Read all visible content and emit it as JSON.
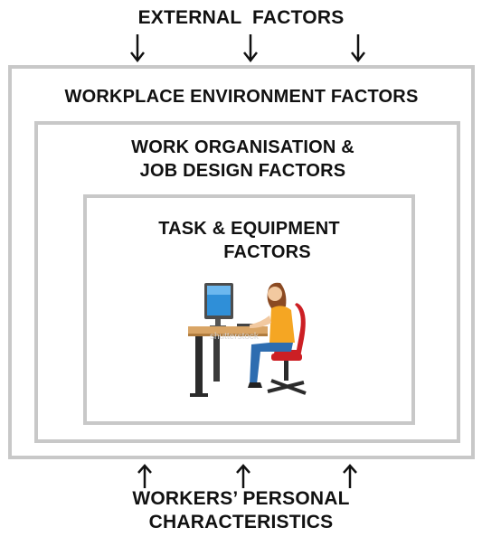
{
  "external": {
    "title": "EXTERNAL  FACTORS"
  },
  "workplace": {
    "title": "WORKPLACE ENVIRONMENT FACTORS"
  },
  "organisation": {
    "line1": "WORK ORGANISATION &",
    "line2": "JOB DESIGN FACTORS"
  },
  "task": {
    "line1": "TASK & EQUIPMENT",
    "line2": "FACTORS"
  },
  "workers": {
    "line1": "WORKERS’ PERSONAL",
    "line2": "CHARACTERISTICS"
  },
  "illustration": {
    "icon": "person-at-computer-icon",
    "watermark": "shutterstock"
  },
  "colors": {
    "box_border": "#c8c8c8",
    "text": "#111111",
    "arrow": "#111111"
  }
}
